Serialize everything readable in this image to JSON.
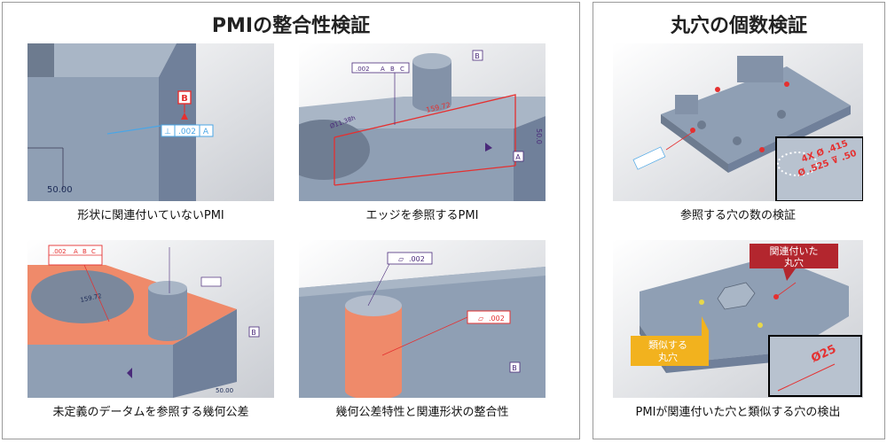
{
  "left_panel": {
    "title": "PMIの整合性検証",
    "tiles": [
      {
        "caption": "形状に関連付いていないPMI",
        "datum": "B",
        "fcf": [
          ".002",
          "A"
        ],
        "dimension": "50.00"
      },
      {
        "caption": "エッジを参照するPMI",
        "datum": "B",
        "dimension_long": "159.72",
        "dimension_side": "50.0",
        "dimension_small": "Ø11.38h",
        "fcf": [
          ".002",
          "A",
          "B",
          "C"
        ],
        "datum_tag": "A"
      },
      {
        "caption": "未定義のデータムを参照する幾何公差",
        "fcf": [
          ".002",
          "A",
          "B",
          "C"
        ],
        "dimension_long": "159.72",
        "datum": "B",
        "dimension_corner": "50.00"
      },
      {
        "caption": "幾何公差特性と関連形状の整合性",
        "fcf_top": ".002",
        "fcf_red": ".002",
        "datum": "B"
      }
    ]
  },
  "right_panel": {
    "title": "丸穴の個数検証",
    "tiles": [
      {
        "caption": "参照する穴の数の検証",
        "callout_lines": [
          "4X Ø .415",
          "Ø .525 ⊽ .50"
        ]
      },
      {
        "caption": "PMIが関連付いた穴と類似する穴の検出",
        "balloon_red": [
          "関連付いた",
          "丸穴"
        ],
        "balloon_yellow": [
          "類似する",
          "丸穴"
        ],
        "callout": "Ø25"
      }
    ]
  },
  "colors": {
    "body_gray": "#8f9fb4",
    "body_dark": "#6d7b8f",
    "highlight_red": "#e53030",
    "highlight_orange": "#ef8a6a",
    "pmi_blue": "#4aa6e6",
    "pmi_purple": "#4a2a7a",
    "balloon_red": "#b3262e",
    "balloon_yellow": "#f2b21e"
  }
}
